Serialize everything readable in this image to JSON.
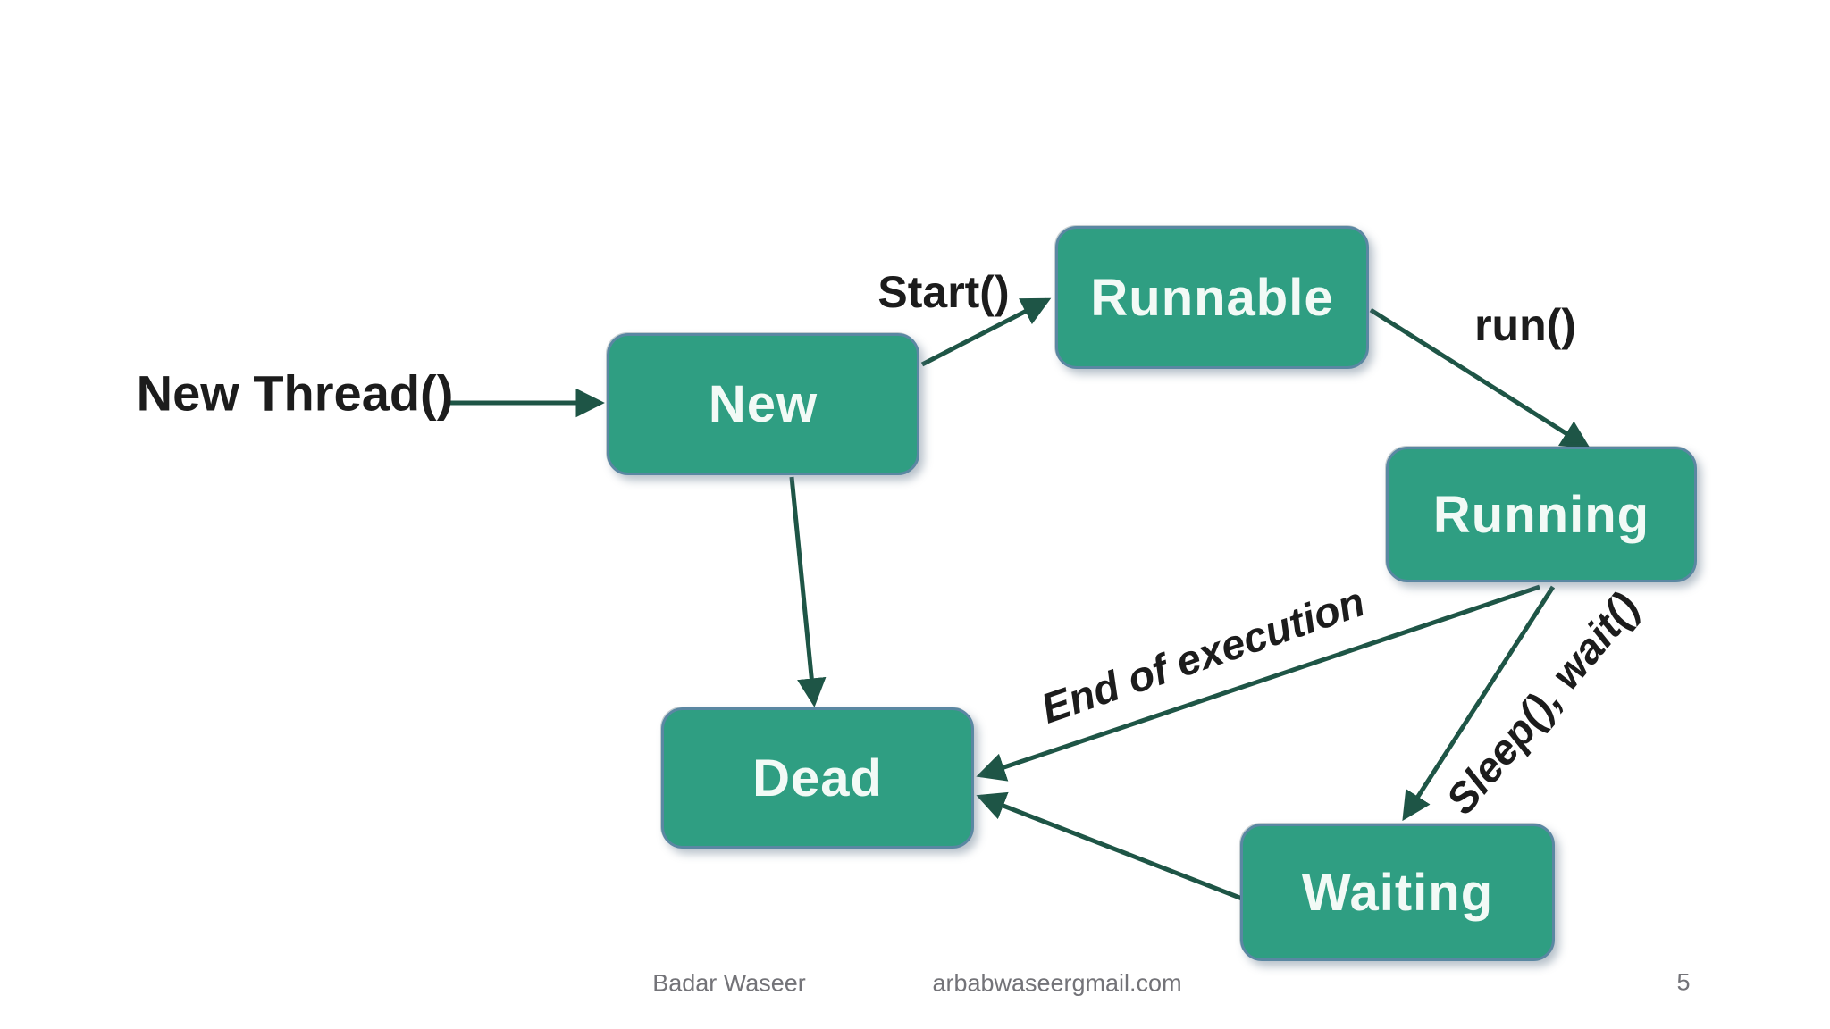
{
  "slide": {
    "colors": {
      "bg": "#ffffff",
      "box-fill": "#2f9e82",
      "box-border": "#5a87a2",
      "box-text": "#f2faf6",
      "arrow": "#1e5546",
      "label": "#1c1c1c",
      "muted": "#737378"
    }
  },
  "states": [
    {
      "id": "new",
      "label": "New"
    },
    {
      "id": "runnable",
      "label": "Runnable"
    },
    {
      "id": "running",
      "label": "Running"
    },
    {
      "id": "dead",
      "label": "Dead"
    },
    {
      "id": "waiting",
      "label": "Waiting"
    }
  ],
  "transitions": [
    {
      "id": "new-thread",
      "label": "New Thread()",
      "from": "entry",
      "to": "new"
    },
    {
      "id": "start",
      "label": "Start()",
      "from": "new",
      "to": "runnable"
    },
    {
      "id": "run",
      "label": "run()",
      "from": "runnable",
      "to": "running"
    },
    {
      "id": "end-of-execution",
      "label": "End of execution",
      "from": "running",
      "to": "dead"
    },
    {
      "id": "sleep-wait",
      "label": "Sleep(), wait()",
      "from": "running",
      "to": "waiting"
    },
    {
      "id": "new-to-dead",
      "label": "",
      "from": "new",
      "to": "dead"
    },
    {
      "id": "waiting-to-dead",
      "label": "",
      "from": "waiting",
      "to": "dead"
    }
  ],
  "footer": {
    "author": "Badar Waseer",
    "email": "arbabwaseergmail.com",
    "page_number": "5"
  }
}
